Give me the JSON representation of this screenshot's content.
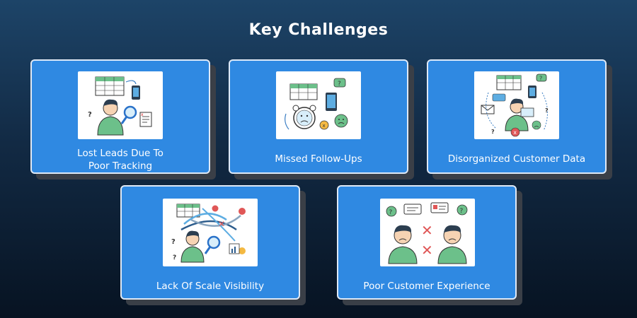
{
  "heading": "Key Challenges",
  "cards": [
    {
      "label_line1": "Lost Leads Due To",
      "label_line2": "Poor Tracking"
    },
    {
      "label": "Missed Follow-Ups"
    },
    {
      "label": "Disorganized Customer Data"
    },
    {
      "label": "Lack Of Scale Visibility"
    },
    {
      "label": "Poor Customer Experience"
    }
  ],
  "colors": {
    "card": "#2f89e2",
    "card_border": "#dfe9f6",
    "shadow": "#3a3f47",
    "bg_top": "#1d4468",
    "bg_bottom": "#071322"
  }
}
